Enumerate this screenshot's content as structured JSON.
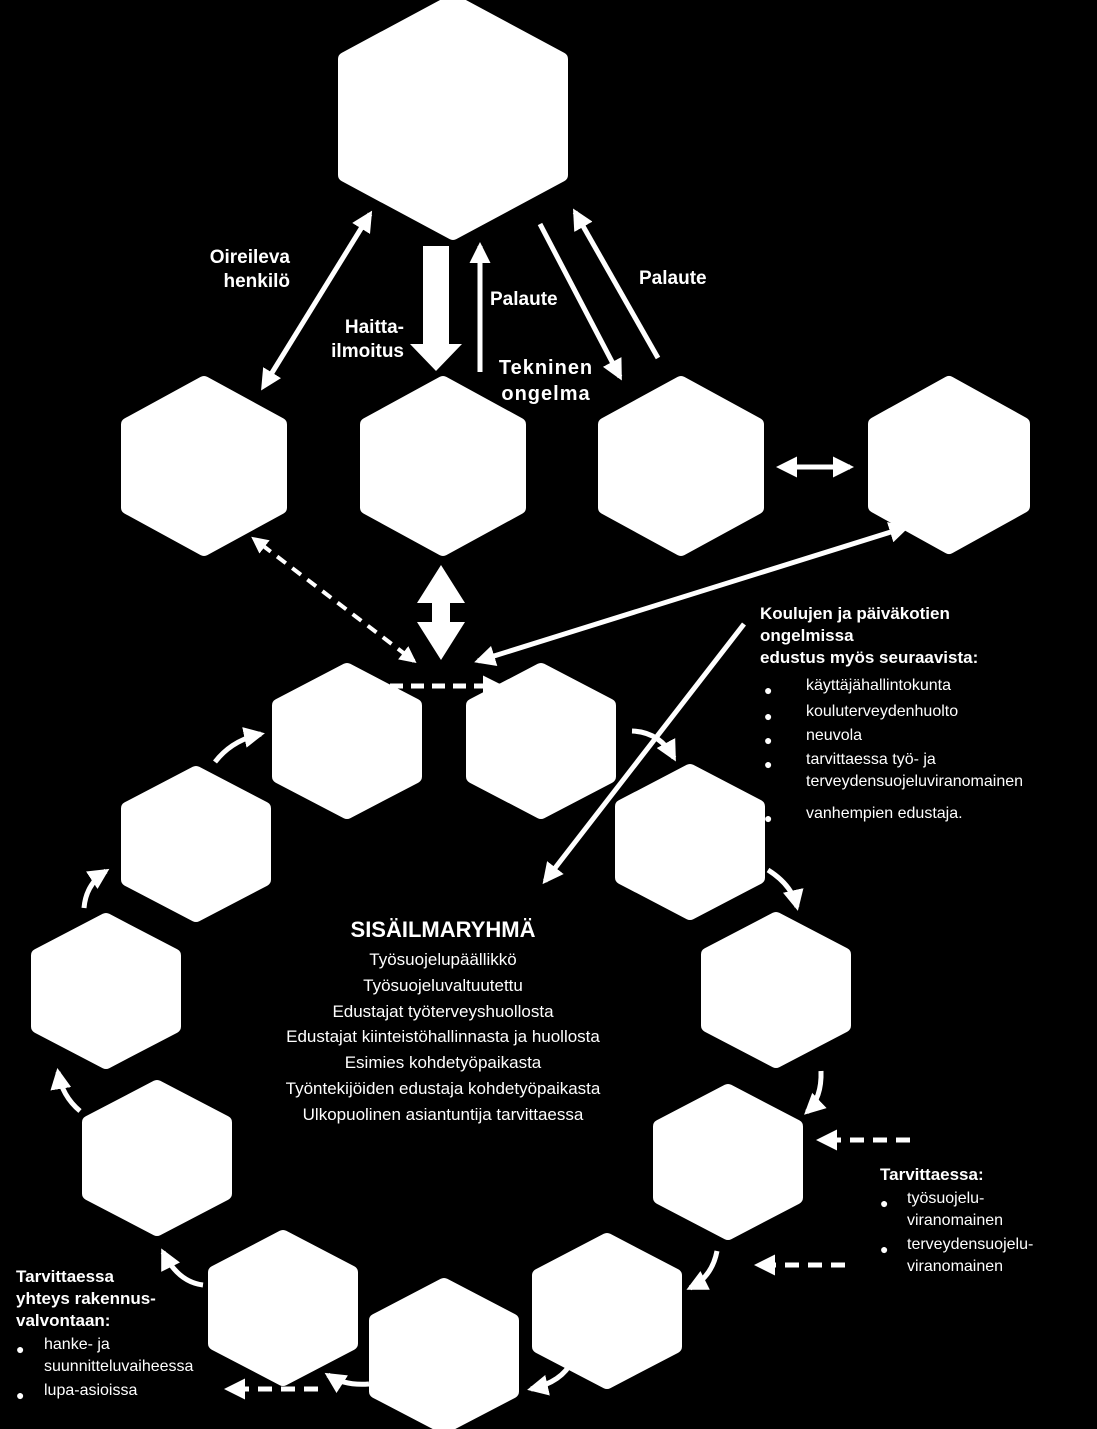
{
  "arrow_labels": {
    "oireileva": "Oireileva",
    "henkilo": "henkilö",
    "haitta": "Haitta-",
    "ilmoitus": "ilmoitus",
    "palaute_left": "Palaute",
    "palaute_right": "Palaute",
    "tekninen": "Tekninen",
    "ongelma": "ongelma"
  },
  "schools_panel": {
    "heading": [
      "Koulujen ja päiväkotien",
      "ongelmissa",
      "edustus myös seuraavista:"
    ],
    "items": [
      "käyttäjähallintokunta",
      "kouluterveydenhuolto",
      "neuvola",
      "tarvittaessa  työ-  ja",
      "terveydensuojeluviranomainen",
      "vanhempien  edustaja."
    ]
  },
  "group": {
    "title": "SISÄILMARYHMÄ",
    "members": [
      "Työsuojelupäällikkö",
      "Työsuojeluvaltuutettu",
      "Edustajat  työterveyshuollosta",
      "Edustajat  kiinteistöhallinnasta  ja  huollosta",
      "Esimies  kohdetyöpaikasta",
      "Työntekijöiden  edustaja  kohdetyöpaikasta",
      "Ulkopuolinen  asiantuntija  tarvittaessa"
    ]
  },
  "authorities_panel": {
    "heading": "Tarvittaessa:",
    "items": [
      "työsuojelu-",
      "viranomainen",
      "terveydensuojelu-",
      "viranomainen"
    ]
  },
  "building_panel": {
    "heading": [
      "Tarvittaessa",
      "yhteys rakennus-",
      "valvontaan:"
    ],
    "items": [
      "hanke-  ja",
      "suunnitteluvaiheessa",
      "lupa-asioissa"
    ]
  },
  "bullet_glyph": "●",
  "colors": {
    "background": "#000000",
    "foreground": "#ffffff"
  }
}
